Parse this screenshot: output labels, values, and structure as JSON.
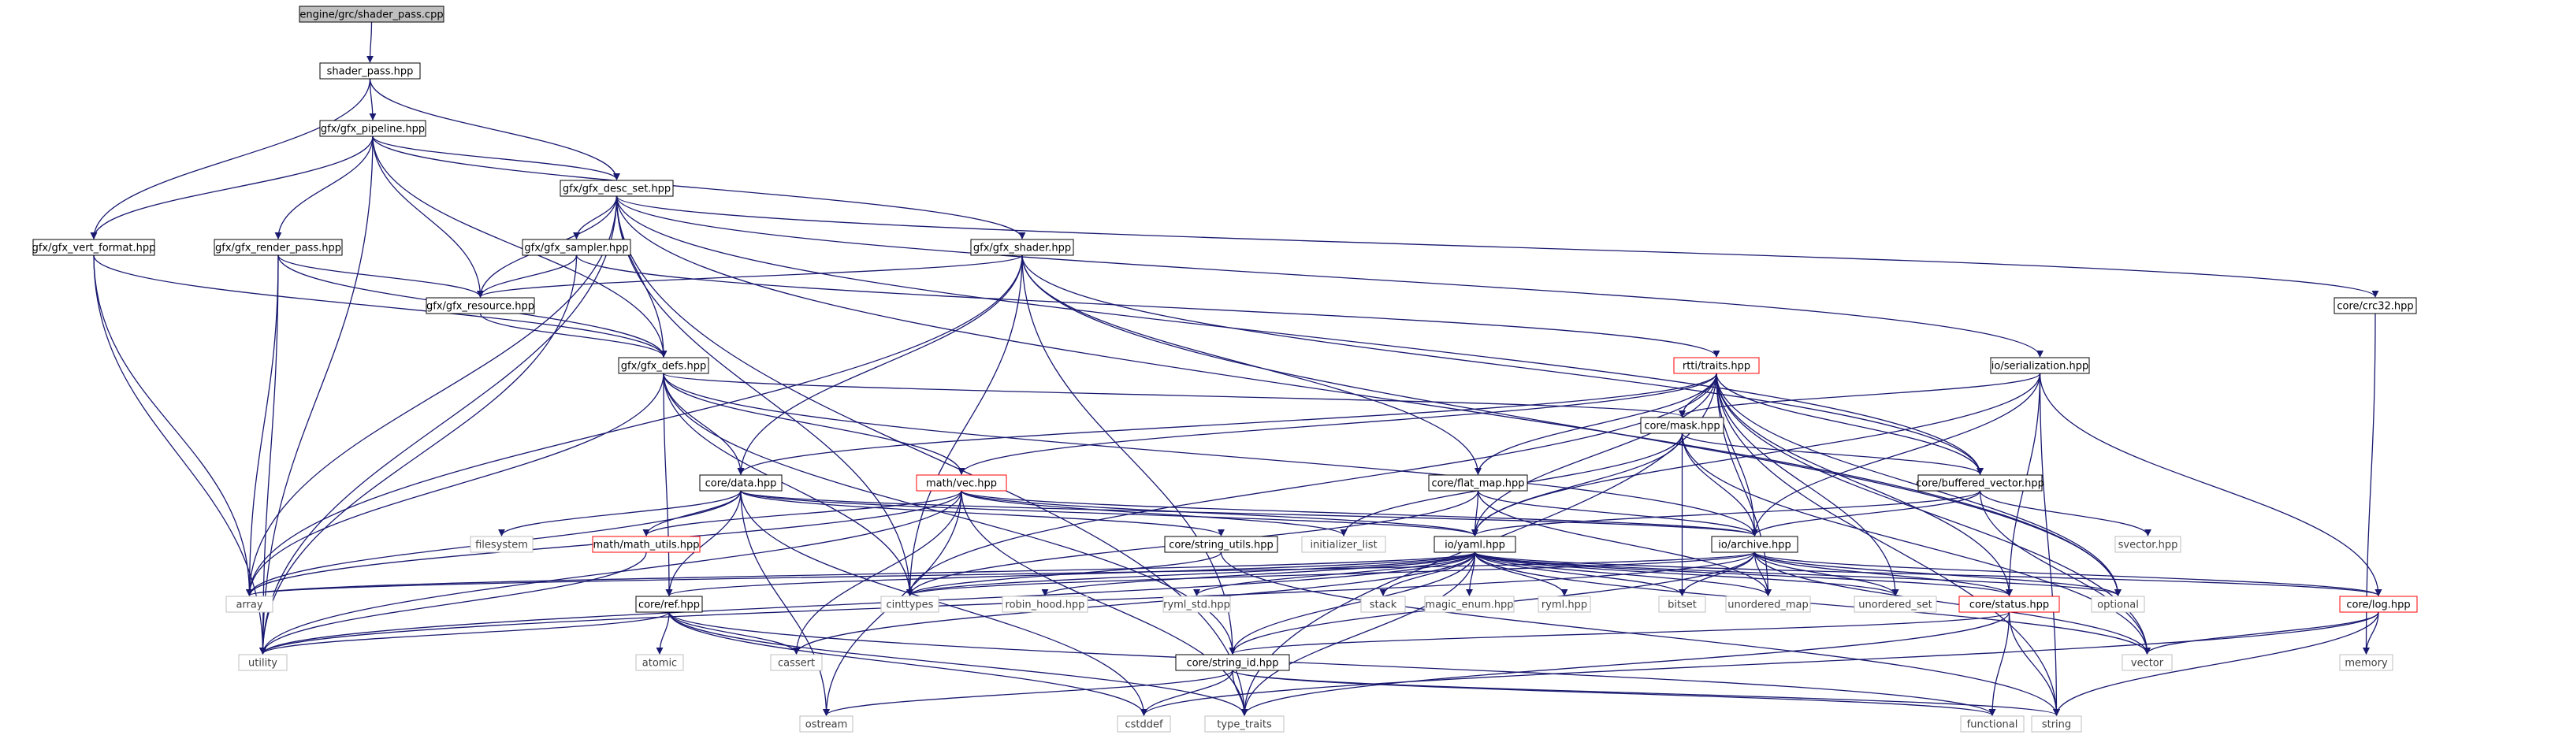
{
  "colors": {
    "edge": "#191970",
    "root_fill": "#bfbfbf",
    "node_border": "#000000",
    "truncated_border": "#ff0000",
    "system_border": "#bfbfbf"
  },
  "nodes": [
    {
      "id": "root",
      "label": "engine/grc/shader_pass.cpp",
      "kind": "root"
    },
    {
      "id": "shader_pass_hpp",
      "label": "shader_pass.hpp",
      "kind": "normal"
    },
    {
      "id": "gfx_pipeline",
      "label": "gfx/gfx_pipeline.hpp",
      "kind": "normal"
    },
    {
      "id": "gfx_desc_set",
      "label": "gfx/gfx_desc_set.hpp",
      "kind": "normal"
    },
    {
      "id": "gfx_vert_format",
      "label": "gfx/gfx_vert_format.hpp",
      "kind": "normal"
    },
    {
      "id": "gfx_render_pass",
      "label": "gfx/gfx_render_pass.hpp",
      "kind": "normal"
    },
    {
      "id": "gfx_sampler",
      "label": "gfx/gfx_sampler.hpp",
      "kind": "normal"
    },
    {
      "id": "gfx_shader",
      "label": "gfx/gfx_shader.hpp",
      "kind": "normal"
    },
    {
      "id": "gfx_resource",
      "label": "gfx/gfx_resource.hpp",
      "kind": "normal"
    },
    {
      "id": "gfx_defs",
      "label": "gfx/gfx_defs.hpp",
      "kind": "normal"
    },
    {
      "id": "crc32",
      "label": "core/crc32.hpp",
      "kind": "normal"
    },
    {
      "id": "rtti_traits",
      "label": "rtti/traits.hpp",
      "kind": "truncated"
    },
    {
      "id": "io_serialization",
      "label": "io/serialization.hpp",
      "kind": "normal"
    },
    {
      "id": "core_mask",
      "label": "core/mask.hpp",
      "kind": "normal"
    },
    {
      "id": "core_data",
      "label": "core/data.hpp",
      "kind": "normal"
    },
    {
      "id": "math_vec",
      "label": "math/vec.hpp",
      "kind": "truncated"
    },
    {
      "id": "core_flat_map",
      "label": "core/flat_map.hpp",
      "kind": "normal"
    },
    {
      "id": "core_buffered_vector",
      "label": "core/buffered_vector.hpp",
      "kind": "normal"
    },
    {
      "id": "math_utils",
      "label": "math/math_utils.hpp",
      "kind": "truncated"
    },
    {
      "id": "core_string_utils",
      "label": "core/string_utils.hpp",
      "kind": "normal"
    },
    {
      "id": "io_yaml",
      "label": "io/yaml.hpp",
      "kind": "normal"
    },
    {
      "id": "io_archive",
      "label": "io/archive.hpp",
      "kind": "normal"
    },
    {
      "id": "filesystem",
      "label": "filesystem",
      "kind": "system"
    },
    {
      "id": "initializer_list",
      "label": "initializer_list",
      "kind": "system"
    },
    {
      "id": "svector",
      "label": "svector.hpp",
      "kind": "system"
    },
    {
      "id": "array",
      "label": "array",
      "kind": "system"
    },
    {
      "id": "core_ref",
      "label": "core/ref.hpp",
      "kind": "normal"
    },
    {
      "id": "cinttypes",
      "label": "cinttypes",
      "kind": "system"
    },
    {
      "id": "robin_hood",
      "label": "robin_hood.hpp",
      "kind": "system"
    },
    {
      "id": "ryml_std",
      "label": "ryml_std.hpp",
      "kind": "system"
    },
    {
      "id": "stack",
      "label": "stack",
      "kind": "system"
    },
    {
      "id": "magic_enum",
      "label": "magic_enum.hpp",
      "kind": "system"
    },
    {
      "id": "ryml",
      "label": "ryml.hpp",
      "kind": "system"
    },
    {
      "id": "bitset",
      "label": "bitset",
      "kind": "system"
    },
    {
      "id": "unordered_map",
      "label": "unordered_map",
      "kind": "system"
    },
    {
      "id": "unordered_set",
      "label": "unordered_set",
      "kind": "system"
    },
    {
      "id": "core_status",
      "label": "core/status.hpp",
      "kind": "truncated"
    },
    {
      "id": "optional",
      "label": "optional",
      "kind": "system"
    },
    {
      "id": "core_log",
      "label": "core/log.hpp",
      "kind": "truncated"
    },
    {
      "id": "utility",
      "label": "utility",
      "kind": "system"
    },
    {
      "id": "atomic",
      "label": "atomic",
      "kind": "system"
    },
    {
      "id": "cassert",
      "label": "cassert",
      "kind": "system"
    },
    {
      "id": "core_string_id",
      "label": "core/string_id.hpp",
      "kind": "normal"
    },
    {
      "id": "vector",
      "label": "vector",
      "kind": "system"
    },
    {
      "id": "memory",
      "label": "memory",
      "kind": "system"
    },
    {
      "id": "ostream",
      "label": "ostream",
      "kind": "system"
    },
    {
      "id": "cstddef",
      "label": "cstddef",
      "kind": "system"
    },
    {
      "id": "type_traits",
      "label": "type_traits",
      "kind": "system"
    },
    {
      "id": "functional",
      "label": "functional",
      "kind": "system"
    },
    {
      "id": "string",
      "label": "string",
      "kind": "system"
    }
  ],
  "edges": [
    [
      "root",
      "shader_pass_hpp"
    ],
    [
      "shader_pass_hpp",
      "gfx_pipeline"
    ],
    [
      "shader_pass_hpp",
      "gfx_desc_set"
    ],
    [
      "shader_pass_hpp",
      "gfx_vert_format"
    ],
    [
      "gfx_pipeline",
      "gfx_desc_set"
    ],
    [
      "gfx_pipeline",
      "gfx_vert_format"
    ],
    [
      "gfx_pipeline",
      "gfx_render_pass"
    ],
    [
      "gfx_pipeline",
      "gfx_shader"
    ],
    [
      "gfx_pipeline",
      "gfx_resource"
    ],
    [
      "gfx_pipeline",
      "gfx_defs"
    ],
    [
      "gfx_pipeline",
      "utility"
    ],
    [
      "gfx_desc_set",
      "gfx_sampler"
    ],
    [
      "gfx_desc_set",
      "gfx_resource"
    ],
    [
      "gfx_desc_set",
      "gfx_defs"
    ],
    [
      "gfx_desc_set",
      "crc32"
    ],
    [
      "gfx_desc_set",
      "io_serialization"
    ],
    [
      "gfx_desc_set",
      "core_buffered_vector"
    ],
    [
      "gfx_desc_set",
      "array"
    ],
    [
      "gfx_desc_set",
      "utility"
    ],
    [
      "gfx_desc_set",
      "cinttypes"
    ],
    [
      "gfx_desc_set",
      "optional"
    ],
    [
      "gfx_desc_set",
      "type_traits"
    ],
    [
      "gfx_vert_format",
      "gfx_defs"
    ],
    [
      "gfx_vert_format",
      "array"
    ],
    [
      "gfx_vert_format",
      "utility"
    ],
    [
      "gfx_render_pass",
      "gfx_resource"
    ],
    [
      "gfx_render_pass",
      "gfx_defs"
    ],
    [
      "gfx_render_pass",
      "array"
    ],
    [
      "gfx_render_pass",
      "utility"
    ],
    [
      "gfx_sampler",
      "gfx_resource"
    ],
    [
      "gfx_sampler",
      "rtti_traits"
    ],
    [
      "gfx_sampler",
      "utility"
    ],
    [
      "gfx_shader",
      "gfx_resource"
    ],
    [
      "gfx_shader",
      "core_data"
    ],
    [
      "gfx_shader",
      "core_flat_map"
    ],
    [
      "gfx_shader",
      "core_buffered_vector"
    ],
    [
      "gfx_shader",
      "core_string_id"
    ],
    [
      "gfx_shader",
      "array"
    ],
    [
      "gfx_shader",
      "cinttypes"
    ],
    [
      "gfx_shader",
      "optional"
    ],
    [
      "gfx_resource",
      "gfx_defs"
    ],
    [
      "gfx_defs",
      "core_data"
    ],
    [
      "gfx_defs",
      "math_vec"
    ],
    [
      "gfx_defs",
      "core_mask"
    ],
    [
      "gfx_defs",
      "core_ref"
    ],
    [
      "gfx_defs",
      "io_archive"
    ],
    [
      "gfx_defs",
      "core_string_id"
    ],
    [
      "gfx_defs",
      "cinttypes"
    ],
    [
      "gfx_defs",
      "array"
    ],
    [
      "crc32",
      "memory"
    ],
    [
      "rtti_traits",
      "core_mask"
    ],
    [
      "rtti_traits",
      "core_data"
    ],
    [
      "rtti_traits",
      "math_vec"
    ],
    [
      "rtti_traits",
      "core_flat_map"
    ],
    [
      "rtti_traits",
      "core_buffered_vector"
    ],
    [
      "rtti_traits",
      "io_yaml"
    ],
    [
      "rtti_traits",
      "io_archive"
    ],
    [
      "rtti_traits",
      "core_status"
    ],
    [
      "rtti_traits",
      "unordered_map"
    ],
    [
      "rtti_traits",
      "unordered_set"
    ],
    [
      "rtti_traits",
      "optional"
    ],
    [
      "rtti_traits",
      "vector"
    ],
    [
      "rtti_traits",
      "string"
    ],
    [
      "rtti_traits",
      "type_traits"
    ],
    [
      "rtti_traits",
      "cinttypes"
    ],
    [
      "io_serialization",
      "core_mask"
    ],
    [
      "io_serialization",
      "io_archive"
    ],
    [
      "io_serialization",
      "io_yaml"
    ],
    [
      "io_serialization",
      "core_log"
    ],
    [
      "io_serialization",
      "core_status"
    ],
    [
      "io_serialization",
      "string"
    ],
    [
      "core_mask",
      "core_buffered_vector"
    ],
    [
      "core_mask",
      "io_yaml"
    ],
    [
      "core_mask",
      "io_archive"
    ],
    [
      "core_mask",
      "initializer_list"
    ],
    [
      "core_mask",
      "bitset"
    ],
    [
      "core_mask",
      "vector"
    ],
    [
      "core_data",
      "core_ref"
    ],
    [
      "core_data",
      "math_utils"
    ],
    [
      "core_data",
      "filesystem"
    ],
    [
      "core_data",
      "io_archive"
    ],
    [
      "core_data",
      "io_yaml"
    ],
    [
      "core_data",
      "core_string_utils"
    ],
    [
      "core_data",
      "array"
    ],
    [
      "core_data",
      "ostream"
    ],
    [
      "core_data",
      "cstddef"
    ],
    [
      "math_vec",
      "math_utils"
    ],
    [
      "math_vec",
      "io_archive"
    ],
    [
      "math_vec",
      "io_yaml"
    ],
    [
      "math_vec",
      "initializer_list"
    ],
    [
      "math_vec",
      "array"
    ],
    [
      "math_vec",
      "cassert"
    ],
    [
      "math_vec",
      "ostream"
    ],
    [
      "math_vec",
      "type_traits"
    ],
    [
      "math_vec",
      "utility"
    ],
    [
      "core_flat_map",
      "io_yaml"
    ],
    [
      "core_flat_map",
      "io_archive"
    ],
    [
      "core_flat_map",
      "unordered_map"
    ],
    [
      "core_flat_map",
      "cinttypes"
    ],
    [
      "core_buffered_vector",
      "io_yaml"
    ],
    [
      "core_buffered_vector",
      "io_archive"
    ],
    [
      "core_buffered_vector",
      "svector"
    ],
    [
      "core_buffered_vector",
      "vector"
    ],
    [
      "math_utils",
      "utility"
    ],
    [
      "core_string_utils",
      "cinttypes"
    ],
    [
      "core_string_utils",
      "string"
    ],
    [
      "io_yaml",
      "array"
    ],
    [
      "io_yaml",
      "core_ref"
    ],
    [
      "io_yaml",
      "cinttypes"
    ],
    [
      "io_yaml",
      "robin_hood"
    ],
    [
      "io_yaml",
      "ryml_std"
    ],
    [
      "io_yaml",
      "stack"
    ],
    [
      "io_yaml",
      "magic_enum"
    ],
    [
      "io_yaml",
      "ryml"
    ],
    [
      "io_yaml",
      "bitset"
    ],
    [
      "io_yaml",
      "unordered_map"
    ],
    [
      "io_yaml",
      "unordered_set"
    ],
    [
      "io_yaml",
      "core_status"
    ],
    [
      "io_yaml",
      "optional"
    ],
    [
      "io_yaml",
      "core_log"
    ],
    [
      "io_yaml",
      "core_string_id"
    ],
    [
      "io_yaml",
      "vector"
    ],
    [
      "io_yaml",
      "utility"
    ],
    [
      "io_yaml",
      "cassert"
    ],
    [
      "io_yaml",
      "type_traits"
    ],
    [
      "io_archive",
      "array"
    ],
    [
      "io_archive",
      "cinttypes"
    ],
    [
      "io_archive",
      "bitset"
    ],
    [
      "io_archive",
      "unordered_map"
    ],
    [
      "io_archive",
      "unordered_set"
    ],
    [
      "io_archive",
      "core_status"
    ],
    [
      "io_archive",
      "optional"
    ],
    [
      "io_archive",
      "core_log"
    ],
    [
      "io_archive",
      "core_string_id"
    ],
    [
      "io_archive",
      "vector"
    ],
    [
      "io_archive",
      "utility"
    ],
    [
      "core_ref",
      "utility"
    ],
    [
      "core_ref",
      "atomic"
    ],
    [
      "core_ref",
      "cassert"
    ],
    [
      "core_ref",
      "cstddef"
    ],
    [
      "core_ref",
      "type_traits"
    ],
    [
      "core_ref",
      "functional"
    ],
    [
      "core_status",
      "core_string_id"
    ],
    [
      "core_status",
      "functional"
    ],
    [
      "core_status",
      "string"
    ],
    [
      "core_status",
      "type_traits"
    ],
    [
      "core_log",
      "vector"
    ],
    [
      "core_log",
      "memory"
    ],
    [
      "core_log",
      "string"
    ],
    [
      "core_log",
      "cstddef"
    ],
    [
      "core_string_id",
      "ostream"
    ],
    [
      "core_string_id",
      "cstddef"
    ],
    [
      "core_string_id",
      "type_traits"
    ],
    [
      "core_string_id",
      "functional"
    ],
    [
      "core_string_id",
      "string"
    ]
  ]
}
